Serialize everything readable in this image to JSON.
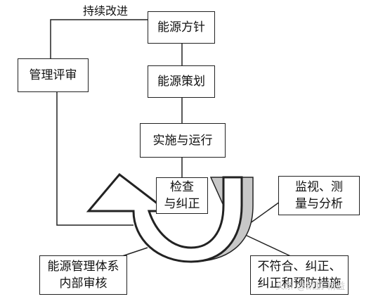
{
  "diagram": {
    "continuous_improvement": "持续改进",
    "energy_policy": "能源方针",
    "energy_planning": "能源策划",
    "implementation": "实施与运行",
    "check": "检查\n与纠正",
    "management_review": "管理评审",
    "monitoring": "监视、测\n量与分析",
    "internal_audit": "能源管理体系\n内部审核",
    "nonconformity": "不符合、纠正、\n纠正和预防措施"
  },
  "watermark": "头条 @凯鹏 精益"
}
